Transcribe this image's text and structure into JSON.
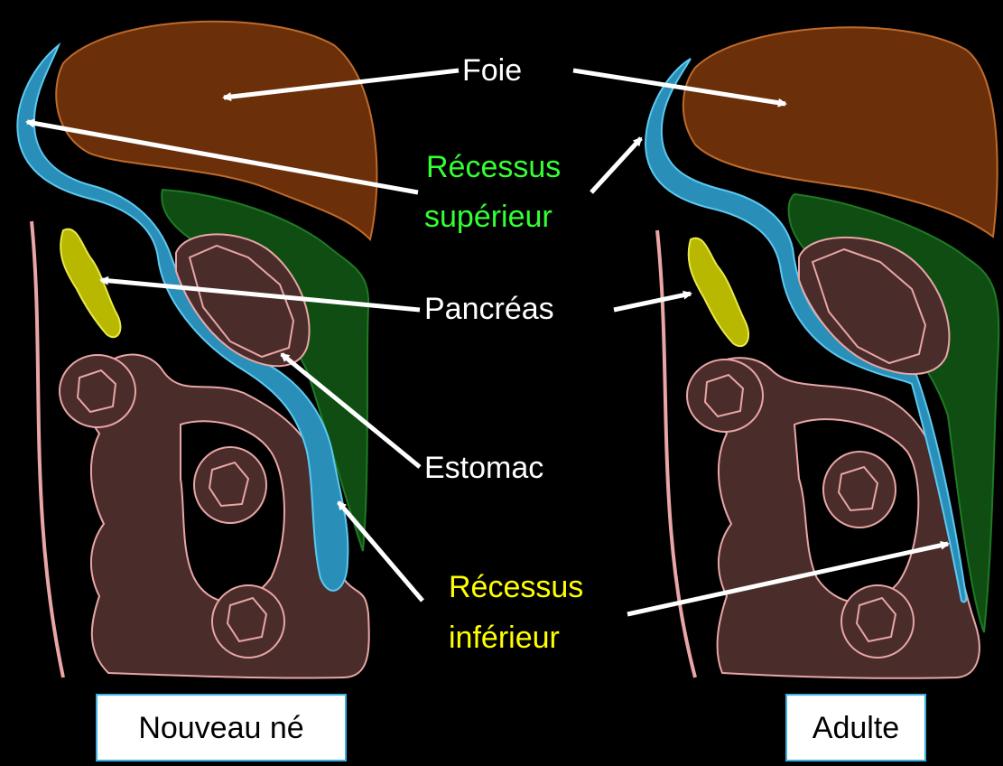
{
  "labels": {
    "foie": "Foie",
    "recessus_sup_line1": "Récessus",
    "recessus_sup_line2": "supérieur",
    "pancreas": "Pancréas",
    "estomac": "Estomac",
    "recessus_inf_line1": "Récessus",
    "recessus_inf_line2": "inférieur"
  },
  "captions": {
    "left": "Nouveau né",
    "right": "Adulte"
  },
  "colors": {
    "background": "#000000",
    "liver": "#6b300a",
    "bursa": "#2a8fb8",
    "bursa_edge": "#5cc8f0",
    "omentum": "#0f4d12",
    "pancreas": "#b8b800",
    "intestine": "#4a2c2a",
    "intestine_edge": "#e8a6a6",
    "green_label": "#33ff33",
    "yellow_label": "#ffff00",
    "arrow": "#ffffff"
  }
}
